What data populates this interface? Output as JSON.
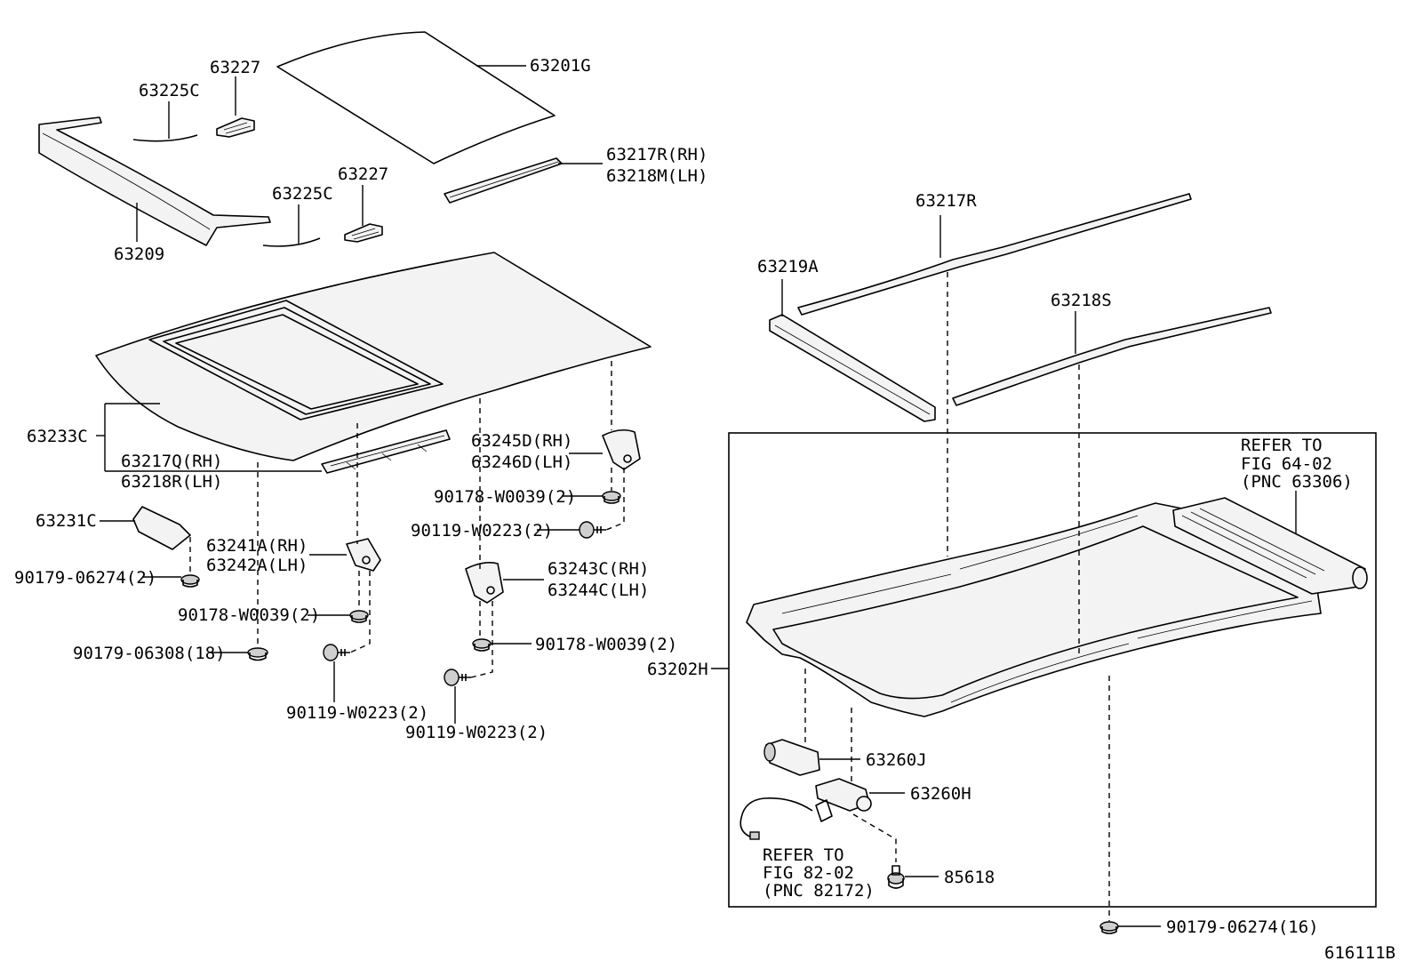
{
  "diagram_id": "616111B",
  "labels": {
    "p63201g": "63201G",
    "p63227a": "63227",
    "p63225ca": "63225C",
    "p63227b": "63227",
    "p63225cb": "63225C",
    "p63209": "63209",
    "p63217rh": "63217R(RH)",
    "p63218mlh": "63218M(LH)",
    "p63233c": "63233C",
    "p63217q": "63217Q(RH)",
    "p63218r": "63218R(LH)",
    "p63231c": "63231C",
    "p90179_06274_2": "90179-06274(2)",
    "p63241a": "63241A(RH)",
    "p63242a": "63242A(LH)",
    "p90178_w0039_2a": "90178-W0039(2)",
    "p90179_06308": "90179-06308(18)",
    "p90119_w0223_2a": "90119-W0223(2)",
    "p63245d": "63245D(RH)",
    "p63246d": "63246D(LH)",
    "p90178_w0039_2b": "90178-W0039(2)",
    "p90119_w0223_2b": "90119-W0223(2)",
    "p63243c": "63243C(RH)",
    "p63244c": "63244C(LH)",
    "p90178_w0039_2c": "90178-W0039(2)",
    "p90119_w0223_2c": "90119-W0223(2)",
    "p63217r": "63217R",
    "p63219a": "63219A",
    "p63218s": "63218S",
    "refer1_l1": "REFER TO",
    "refer1_l2": "FIG 64-02",
    "refer1_l3": "(PNC 63306)",
    "p63202h": "63202H",
    "p63260j": "63260J",
    "p63260h": "63260H",
    "refer2_l1": "REFER TO",
    "refer2_l2": "FIG 82-02",
    "refer2_l3": "(PNC 82172)",
    "p85618": "85618",
    "p90179_06274_16": "90179-06274(16)"
  }
}
